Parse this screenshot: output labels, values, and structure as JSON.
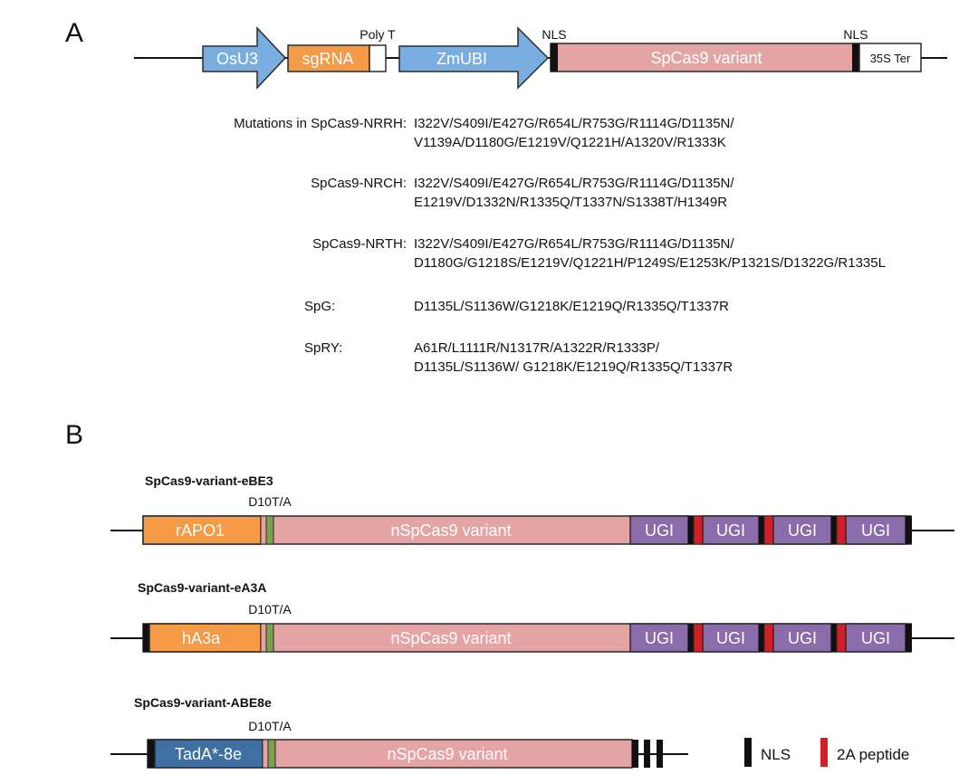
{
  "panel_a": {
    "label": "A",
    "construct": {
      "osu3": "OsU3",
      "sgrna": "sgRNA",
      "poly_t": "Poly T",
      "zmubi": "ZmUBI",
      "nls_left": "NLS",
      "spcas9": "SpCas9 variant",
      "nls_right": "NLS",
      "ter": "35S Ter"
    },
    "mutations": [
      {
        "name": "Mutations in SpCas9-NRRH:",
        "lines": [
          "I322V/S409I/E427G/R654L/R753G/R1114G/D1135N/",
          "V1139A/D1180G/E1219V/Q1221H/A1320V/R1333K"
        ]
      },
      {
        "name": "SpCas9-NRCH:",
        "lines": [
          "I322V/S409I/E427G/R654L/R753G/R1114G/D1135N/",
          "E1219V/D1332N/R1335Q/T1337N/S1338T/H1349R"
        ]
      },
      {
        "name": "SpCas9-NRTH:",
        "lines": [
          "I322V/S409I/E427G/R654L/R753G/R1114G/D1135N/",
          "D1180G/G1218S/E1219V/Q1221H/P1249S/E1253K/P1321S/D1322G/R1335L"
        ]
      },
      {
        "name": "SpG:",
        "lines": [
          "D1135L/S1136W/G1218K/E1219Q/R1335Q/T1337R"
        ]
      },
      {
        "name": "SpRY:",
        "lines": [
          "A61R/L1111R/N1317R/A1322R/R1333P/",
          "D1135L/S1136W/ G1218K/E1219Q/R1335Q/T1337R"
        ]
      }
    ]
  },
  "panel_b": {
    "label": "B",
    "constructs": [
      {
        "title": "SpCas9-variant-eBE3",
        "mutation": "D10T/A",
        "deaminase": "rAPO1",
        "cas9": "nSpCas9 variant",
        "ugi": [
          "UGI",
          "UGI",
          "UGI",
          "UGI"
        ]
      },
      {
        "title": "SpCas9-variant-eA3A",
        "mutation": "D10T/A",
        "deaminase": "hA3a",
        "cas9": "nSpCas9 variant",
        "ugi": [
          "UGI",
          "UGI",
          "UGI",
          "UGI"
        ]
      },
      {
        "title": "SpCas9-variant-ABE8e",
        "mutation": "D10T/A",
        "deaminase": "TadA*-8e",
        "cas9": "nSpCas9 variant"
      }
    ],
    "legend": {
      "nls": "NLS",
      "peptide": "2A peptide"
    }
  },
  "colors": {
    "osu3": "#7aaee0",
    "sgrna": "#f59a46",
    "spcas9": "#e4a4a4",
    "ugi": "#8a6cab",
    "tada": "#3f6fa3",
    "green": "#7ea04e",
    "red": "#d21f26",
    "black": "#111111"
  }
}
